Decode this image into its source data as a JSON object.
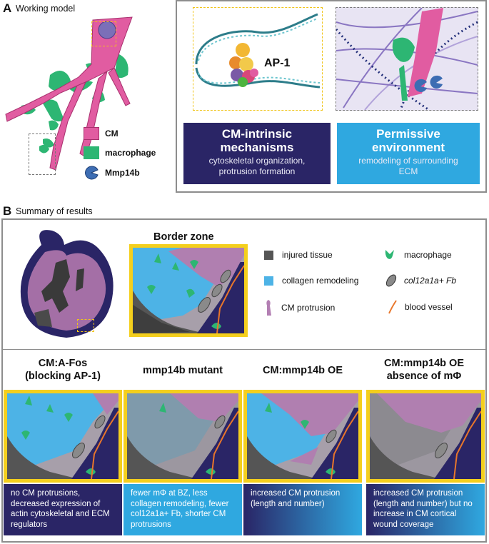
{
  "panel_a": {
    "letter": "A",
    "title": "Working model",
    "legend": [
      {
        "label": "CM",
        "color": "#e15ca1"
      },
      {
        "label": "macrophage",
        "color": "#2db673"
      },
      {
        "label": "Mmp14b",
        "color": "#3d6db3"
      }
    ],
    "ap1_label": "AP-1",
    "box_intrinsic": {
      "title": "CM-intrinsic mechanisms",
      "subtitle": "cytoskeletal organization, protrusion formation"
    },
    "box_environment": {
      "title": "Permissive environment",
      "subtitle": "remodeling of surrounding ECM"
    }
  },
  "panel_b": {
    "letter": "B",
    "title": "Summary of results",
    "border_zone_title": "Border zone",
    "legend": [
      {
        "label": "injured tissue",
        "color": "#555555"
      },
      {
        "label": "macrophage",
        "color": "#2db673"
      },
      {
        "label": "collagen remodeling",
        "color": "#4db3e6"
      },
      {
        "label": "col12a1a+ Fb",
        "color": "#8a8a8a"
      },
      {
        "label": "CM protrusion",
        "color": "#b37fb3"
      },
      {
        "label": "blood vessel",
        "color": "#e8762b"
      }
    ],
    "conditions": [
      {
        "head_line1": "CM:A-Fos",
        "head_line2": "(blocking AP-1)",
        "summary": "no CM protrusions, decreased expression of actin cytoskeletal and ECM regulators"
      },
      {
        "head_line1": "mmp14b mutant",
        "head_line2": "",
        "summary": "fewer mΦ at BZ, less collagen remodeling, fewer col12a1a+ Fb, shorter CM protrusions"
      },
      {
        "head_line1": "CM:mmp14b OE",
        "head_line2": "",
        "summary": "increased CM protrusion (length and number)"
      },
      {
        "head_line1": "CM:mmp14b OE",
        "head_line2": "absence of mΦ",
        "summary": "increased CM protrusion (length and number) but no increase in CM cortical wound coverage"
      }
    ]
  }
}
